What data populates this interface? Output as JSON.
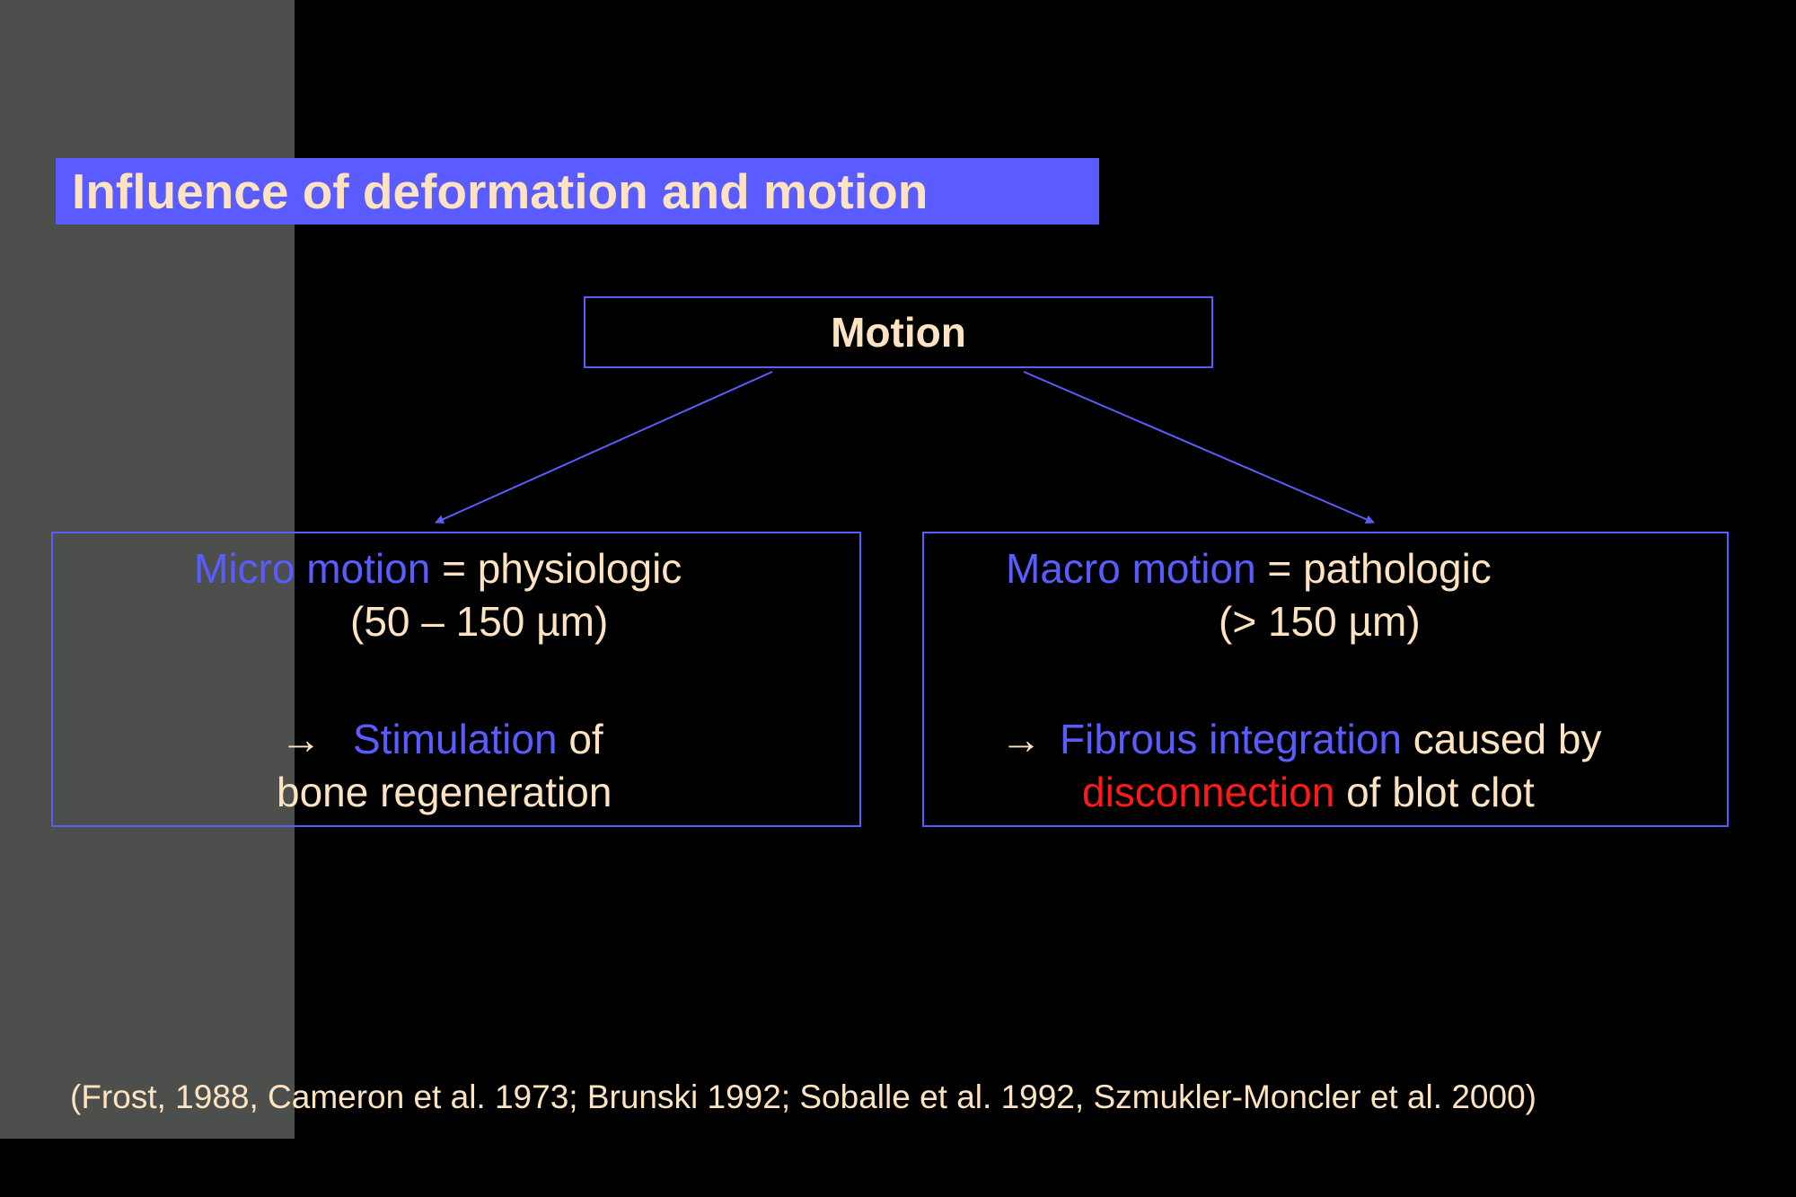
{
  "title": "Influence of deformation and motion",
  "root": {
    "label": "Motion"
  },
  "left": {
    "term": "Micro motion",
    "relation": " = physiologic",
    "range": "(50 – 150 µm)",
    "arrow": "→",
    "effect_term": "Stimulation",
    "effect_rest": " of",
    "effect_line2": "bone regeneration"
  },
  "right": {
    "term": "Macro motion",
    "relation": " = pathologic",
    "range": "(> 150 µm)",
    "arrow": "→",
    "effect_term": "Fibrous integration",
    "effect_rest": " caused by",
    "cause_term": "disconnection",
    "cause_rest": " of blot clot"
  },
  "citation": "(Frost, 1988, Cameron et al. 1973; Brunski 1992; Soballe et al. 1992, Szmukler-Moncler et al. 2000)",
  "colors": {
    "background": "#000000",
    "side_band": "#4c4f4b",
    "accent_blue": "#5a5cff",
    "text_cream": "#fde3c1",
    "highlight_red": "#ff1a1a"
  }
}
